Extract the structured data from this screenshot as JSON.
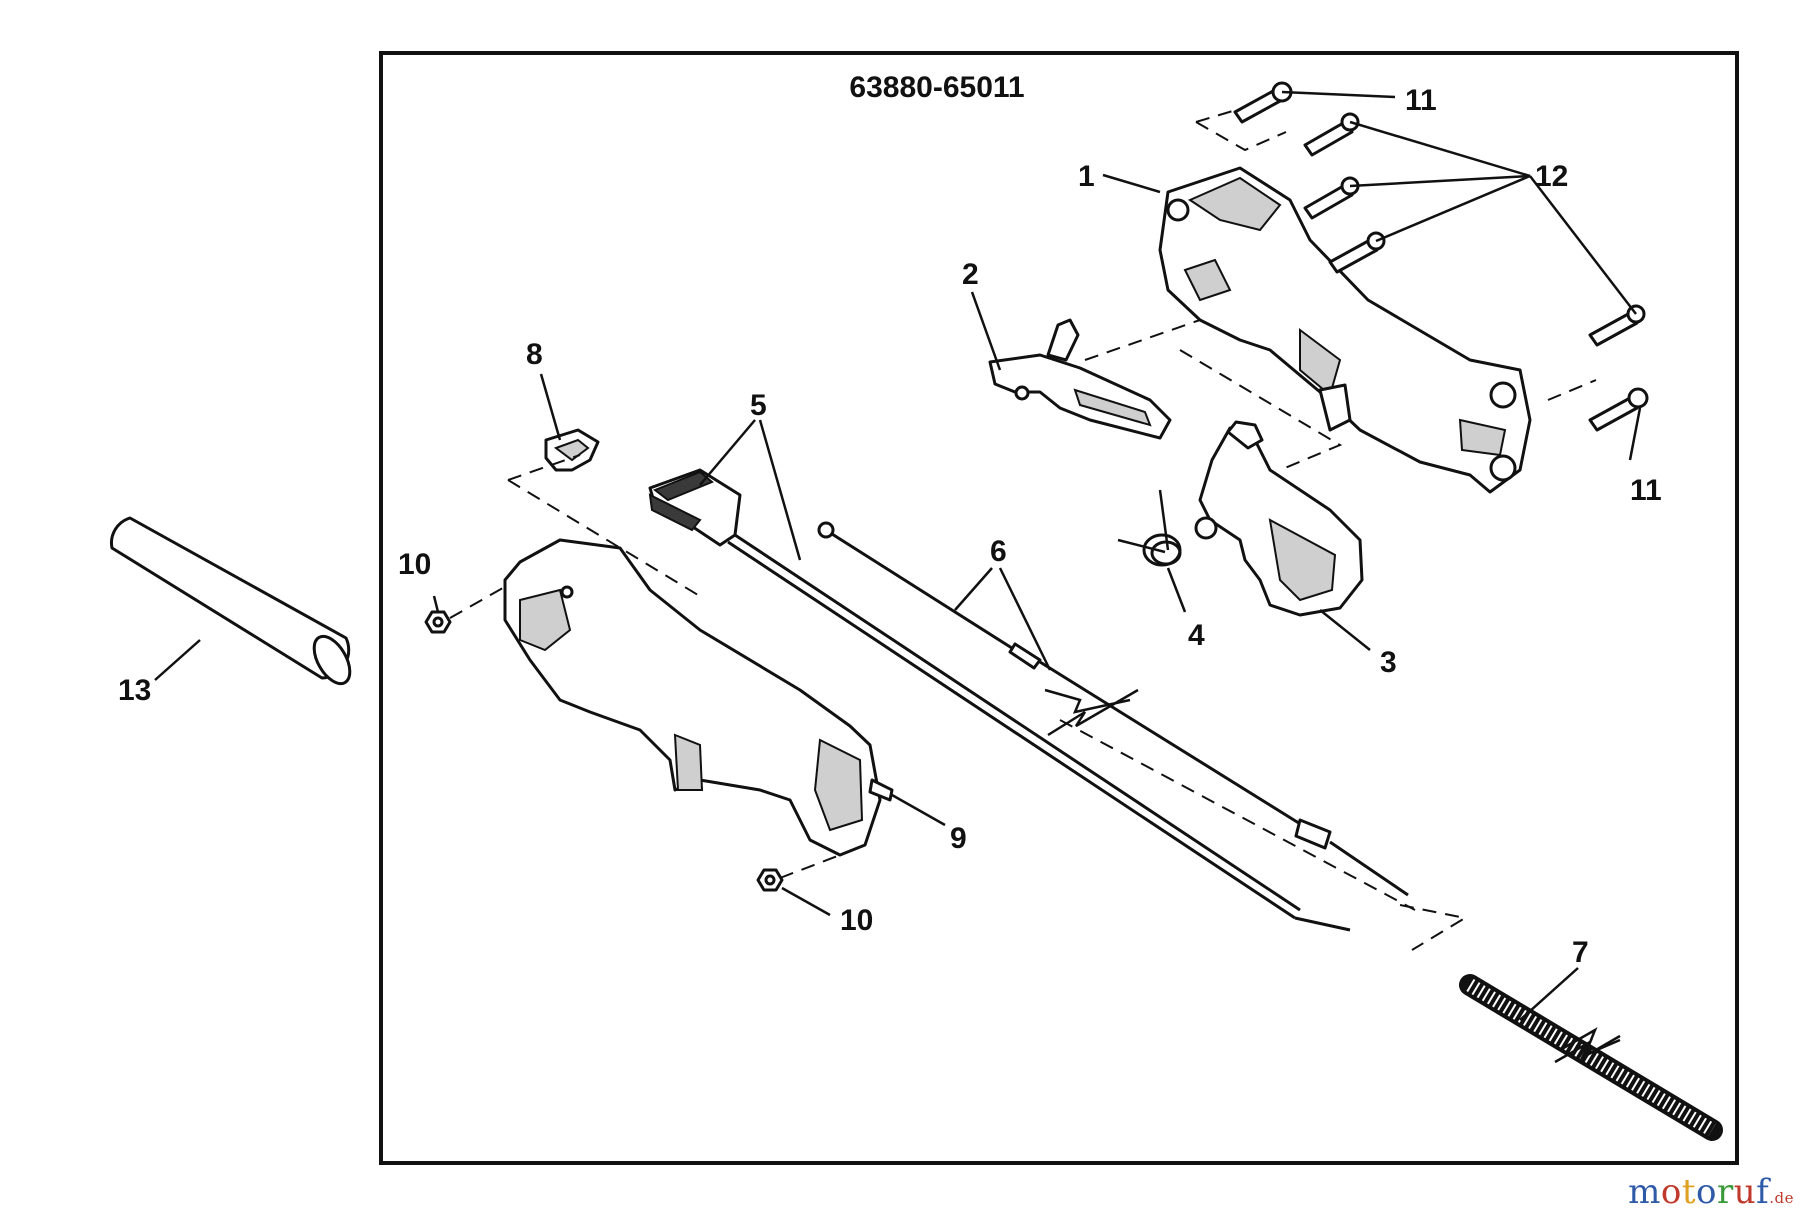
{
  "diagram": {
    "part_number": "63880-65011",
    "callouts": [
      "1",
      "2",
      "3",
      "4",
      "5",
      "6",
      "7",
      "8",
      "9",
      "10",
      "10",
      "11",
      "11",
      "12",
      "13"
    ]
  },
  "watermark": {
    "letters": [
      "m",
      "o",
      "t",
      "o",
      "r",
      "u",
      "f"
    ],
    "letter_colors": [
      "#2e5aa8",
      "#c0392b",
      "#e0a020",
      "#2e5aa8",
      "#3a9a3a",
      "#c0392b",
      "#2e5aa8"
    ],
    "suffix": ".de"
  }
}
